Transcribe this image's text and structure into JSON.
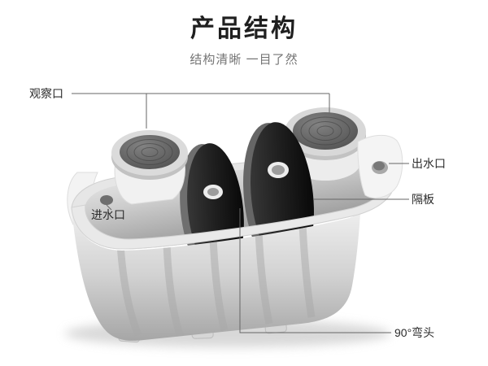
{
  "page": {
    "title": "产品结构",
    "subtitle": "结构清晰 一目了然"
  },
  "callouts": {
    "observation_port": "观察口",
    "water_outlet": "出水口",
    "partition": "隔板",
    "water_inlet": "进水口",
    "elbow_90": "90°弯头"
  },
  "colors": {
    "background": "#ffffff",
    "title_text": "#1f1f1f",
    "subtitle_text": "#757575",
    "label_text": "#2b2b2b",
    "leader_line": "#666666",
    "partition_dark": "#1c1c1c",
    "tank_gray": "#cfcfcf"
  }
}
